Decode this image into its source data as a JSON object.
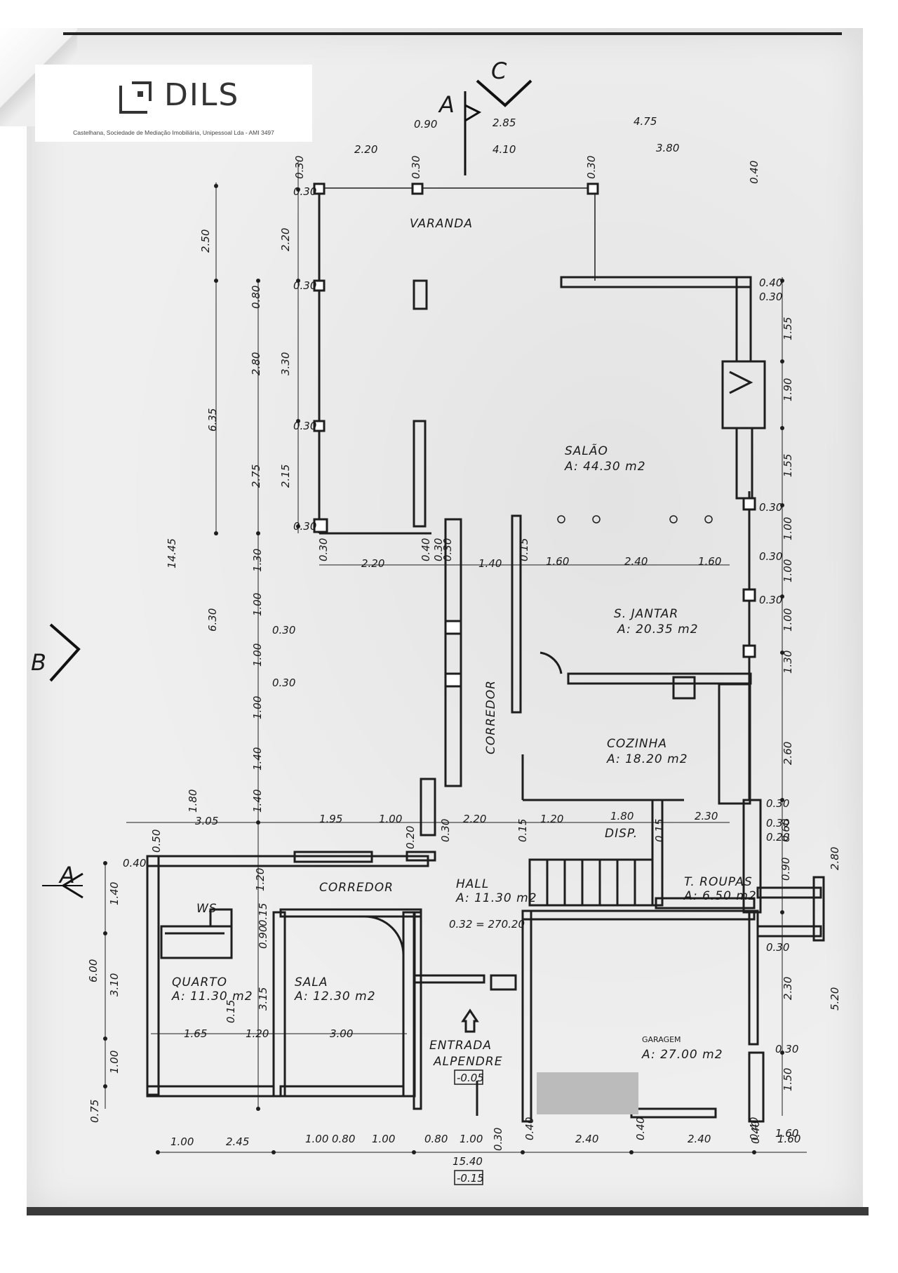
{
  "logo": {
    "brand": "DILS",
    "tagline": "Castelhana, Sociedade de Mediação Imobiliária, Unipessoal Lda - AMI 3497"
  },
  "section_markers": {
    "a_top": "A",
    "a_left": "A",
    "b": "B",
    "c": "C"
  },
  "rooms": {
    "varanda": "VARANDA",
    "salao_name": "SALÃO",
    "salao_area": "A: 44.30 m2",
    "s_jantar_name": "S. JANTAR",
    "s_jantar_area": "A: 20.35 m2",
    "cozinha_name": "COZINHA",
    "cozinha_area": "A: 18.20 m2",
    "corredor_v": "CORREDOR",
    "corredor_h": "CORREDOR",
    "hall_name": "HALL",
    "hall_area": "A: 11.30 m2",
    "disp": "DISP.",
    "t_roupas_name": "T. ROUPAS",
    "t_roupas_area": "A: 6.50 m2",
    "quarto_name": "QUARTO",
    "quarto_area": "A: 11.30 m2",
    "sala_name": "SALA",
    "sala_area": "A: 12.30 m2",
    "entrada_name": "ENTRADA",
    "entrada_sub": "ALPENDRE",
    "garagem_label": "GARAGEM",
    "garagem_area": "A: 27.00 m2",
    "ws": "WS"
  },
  "levels": {
    "entrada": "-0.05",
    "hall": "0.32 = 270.20",
    "bottom": "-0.15"
  },
  "dims": {
    "top1": [
      "0.90",
      "2.85",
      "4.75"
    ],
    "top2": [
      "2.20",
      "4.10",
      "3.80"
    ],
    "top_small": [
      "0.30",
      "0.30",
      "0.30",
      "0.40"
    ],
    "left_outer": [
      "2.50",
      "6.35",
      "14.45",
      "6.30",
      "1.80"
    ],
    "left_inner": [
      "2.20",
      "0.80",
      "3.30",
      "2.80",
      "2.15",
      "2.75",
      "1.30",
      "1.00",
      "1.00",
      "1.00",
      "1.40",
      "1.40"
    ],
    "left_small": [
      "0.30",
      "0.30",
      "0.30",
      "0.30",
      "0.30",
      "0.30",
      "0.30",
      "0.30"
    ],
    "mid_row": [
      "2.20",
      "0.40",
      "0.30",
      "1.40",
      "0.15",
      "1.60",
      "2.40",
      "1.60"
    ],
    "right_col": [
      "0.40",
      "0.30",
      "1.55",
      "1.90",
      "1.55",
      "0.30",
      "1.00",
      "0.30",
      "1.00",
      "0.30",
      "1.00",
      "1.30",
      "2.60",
      "0.30",
      "0.30",
      "0.60",
      "0.20",
      "0.90",
      "2.80",
      "0.30",
      "2.30",
      "5.20",
      "0.30",
      "1.50",
      "0.40",
      "1.60"
    ],
    "row_low": [
      "3.05",
      "1.95",
      "1.00",
      "2.20",
      "1.20",
      "1.80",
      "2.30",
      "0.30",
      "0.15",
      "0.15",
      "0.20"
    ],
    "left_low": [
      "0.50",
      "0.40",
      "1.40",
      "6.00",
      "3.10",
      "1.00",
      "0.75",
      "1.20",
      "0.15",
      "0.90",
      "3.15",
      "0.15"
    ],
    "sala_row": [
      "1.65",
      "1.20",
      "3.00"
    ],
    "bottom": [
      "1.00",
      "2.45",
      "1.00",
      "0.80",
      "1.00",
      "0.80",
      "1.00",
      "0.30",
      "0.40",
      "2.40",
      "0.40",
      "2.40",
      "0.40",
      "1.60"
    ],
    "total": "15.40"
  }
}
